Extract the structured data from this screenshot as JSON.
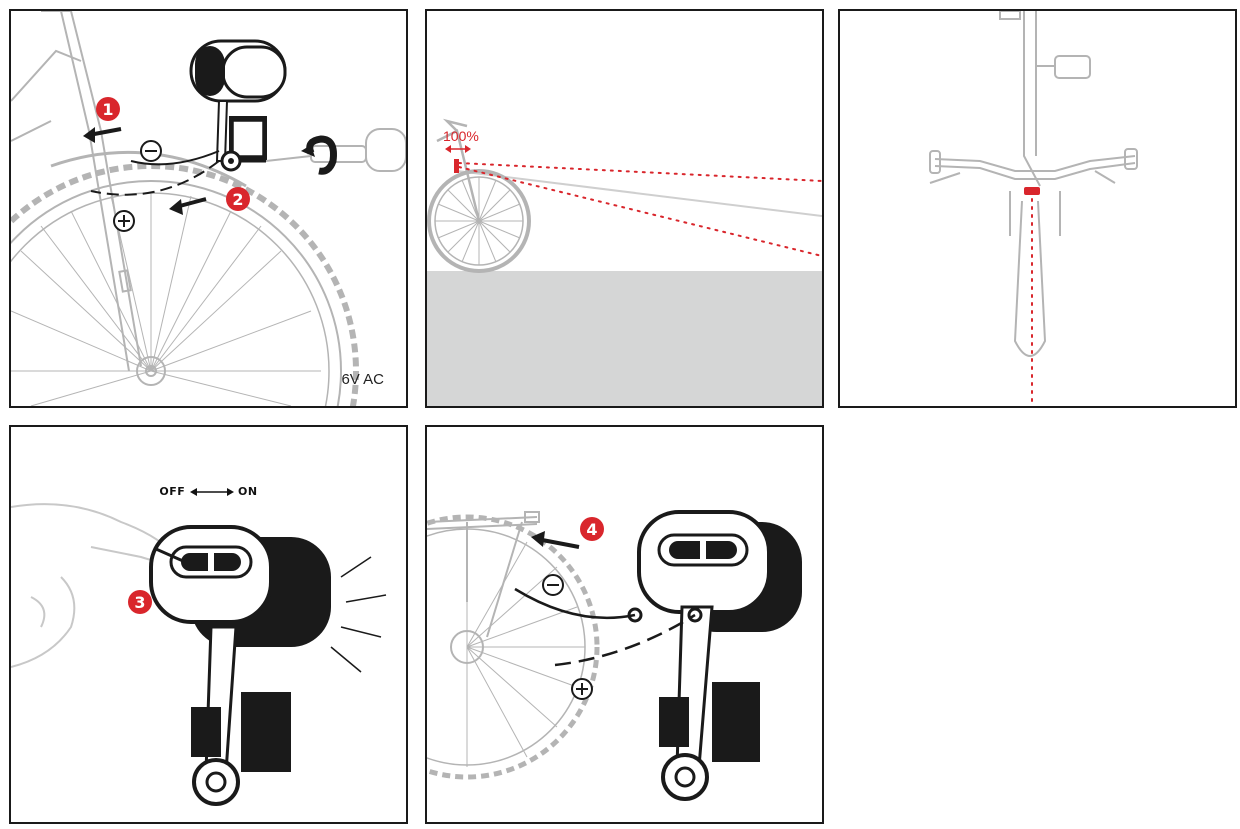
{
  "panels": {
    "panel1": {
      "step_badge_1": "1",
      "step_badge_2": "2",
      "minus_symbol": "−",
      "plus_symbol": "+",
      "voltage_label": "6V AC"
    },
    "panel2": {
      "beam_percent_label": "100%"
    },
    "panel3": {},
    "panel4": {
      "step_badge_3": "3",
      "switch_off_label": "OFF",
      "switch_on_label": "ON"
    },
    "panel5": {
      "step_badge_4": "4",
      "minus_symbol": "−",
      "plus_symbol": "+"
    }
  },
  "colors": {
    "accent_red": "#d9262c",
    "line_dark": "#1a1a1a",
    "line_gray": "#b4b4b4",
    "ground_gray": "#d5d6d6"
  },
  "icons": [
    "headlight-icon",
    "screwdriver-icon",
    "rotate-arrow-icon",
    "bicycle-icon",
    "finger-icon",
    "power-switch-icon"
  ]
}
